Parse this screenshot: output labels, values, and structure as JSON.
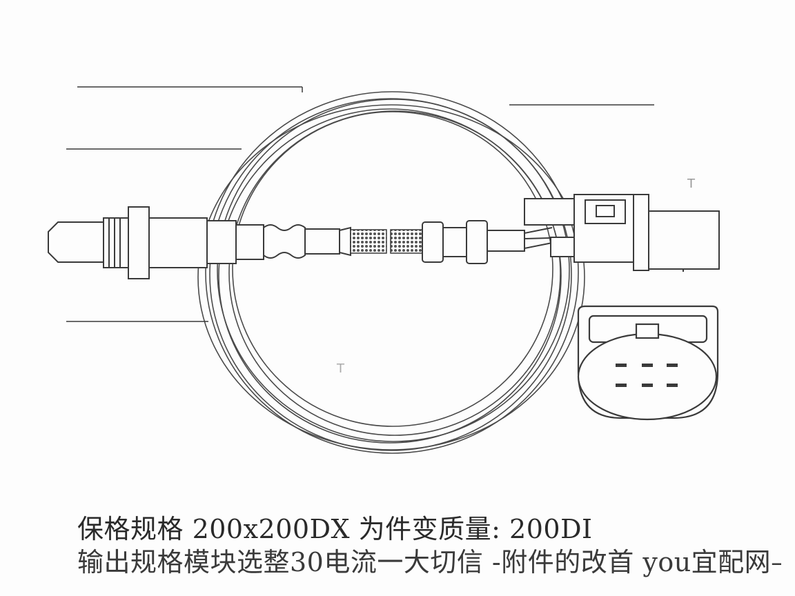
{
  "diagram": {
    "callout_marks": [
      "",
      "",
      "",
      "",
      ""
    ],
    "stray_marks": [
      "T",
      "T"
    ]
  },
  "caption": {
    "line1": "保格规格 200x200DX 为件变质量: 200DI",
    "line2": "输出规格模块选整30电流一大切信 -附件的改首 you宜配网—"
  },
  "colors": {
    "line": "#3a3a3a",
    "cable": "#4a4a4a",
    "mesh": "#555555",
    "background": "#fdfdfd"
  }
}
